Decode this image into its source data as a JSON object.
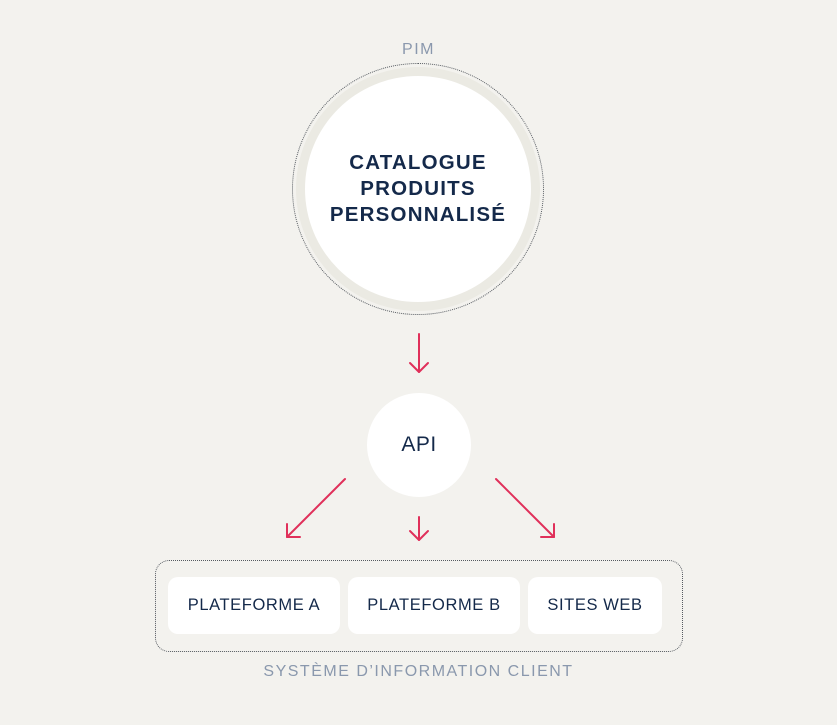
{
  "pim": {
    "label": "PIM",
    "catalogue_lines": [
      "CATALOGUE",
      "PRODUITS",
      "PERSONNALISÉ"
    ]
  },
  "api": {
    "label": "API"
  },
  "client_system": {
    "label": "SYSTÈME D’INFORMATION CLIENT",
    "platforms": [
      "PLATEFORME A",
      "PLATEFORME B",
      "SITES WEB"
    ]
  },
  "colors": {
    "background": "#f3f2ee",
    "arrow": "#e0305a",
    "text_dark": "#14294a",
    "caption": "#8a98ad"
  }
}
